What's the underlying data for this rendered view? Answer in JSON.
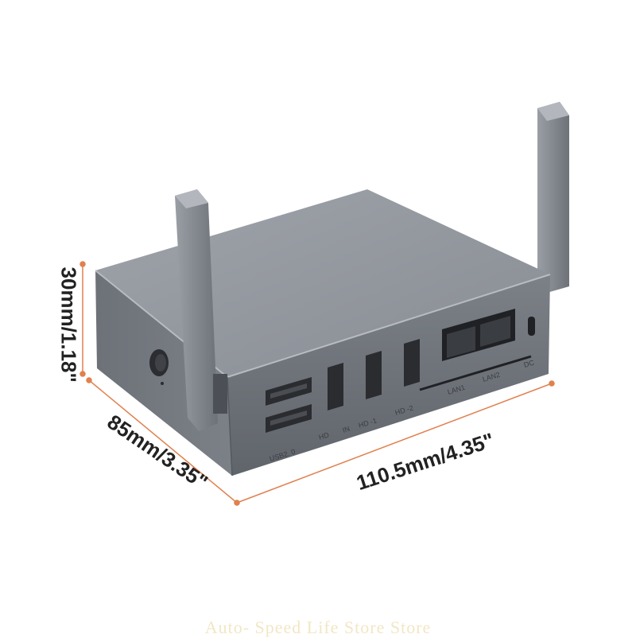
{
  "product": {
    "name": "mini PC router box",
    "color": "#8a8e95",
    "accent_color": "#e0814f"
  },
  "dimensions": {
    "height": "30mm/1.18\"",
    "depth": "85mm/3.35\"",
    "width": "110.5mm/4.35\""
  },
  "port_labels": {
    "usb": "USB2. 0",
    "hd": "HD",
    "in": "IN",
    "hd1": "HD -1",
    "hd2": "HD -2",
    "lan1": "LAN1",
    "lan2": "LAN2",
    "dc": "DC"
  },
  "watermark": "Auto- Speed Life Store Store"
}
